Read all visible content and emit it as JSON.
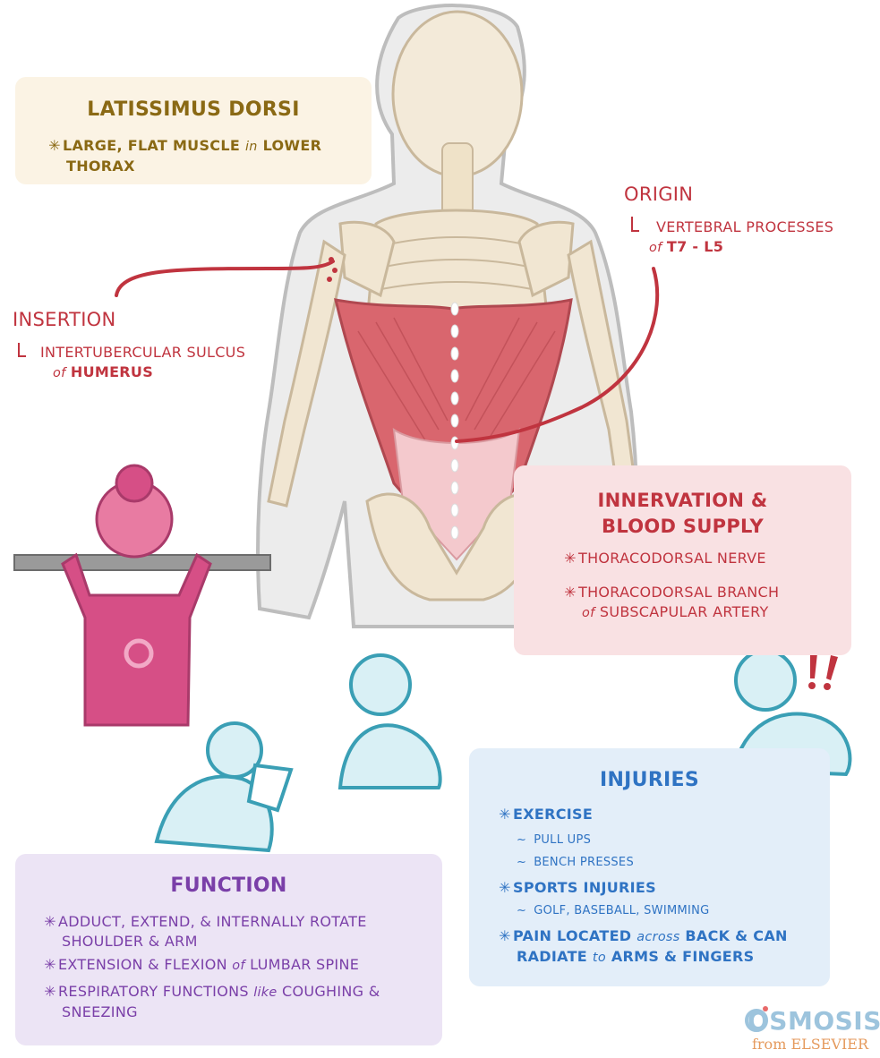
{
  "latissimus": {
    "title": "LATISSIMUS DORSI",
    "bullet_line1": "LARGE, FLAT MUSCLE",
    "bullet_in": "in",
    "bullet_line1b": "LOWER",
    "bullet_line2": "THORAX"
  },
  "origin": {
    "title": "ORIGIN",
    "line1": "VERTEBRAL PROCESSES",
    "of": "of",
    "line2": "T7 - L5"
  },
  "insertion": {
    "title": "INSERTION",
    "line1": "INTERTUBERCULAR SULCUS",
    "of": "of",
    "line2": "HUMERUS"
  },
  "innervation": {
    "title_line1": "INNERVATION &",
    "title_line2": "BLOOD SUPPLY",
    "item1": "THORACODORSAL NERVE",
    "item2_line1": "THORACODORSAL BRANCH",
    "item2_of": "of",
    "item2_line2": "SUBSCAPULAR ARTERY"
  },
  "injuries": {
    "title": "INJURIES",
    "exercise": "EXERCISE",
    "pull_ups": "PULL UPS",
    "bench": "BENCH PRESSES",
    "sports": "SPORTS INJURIES",
    "sports_list": "GOLF, BASEBALL, SWIMMING",
    "pain_a": "PAIN LOCATED",
    "pain_across": "across",
    "pain_b": "BACK & CAN",
    "pain_c": "RADIATE",
    "pain_to": "to",
    "pain_d": "ARMS & FINGERS"
  },
  "function": {
    "title": "FUNCTION",
    "item1_line1": "ADDUCT, EXTEND, & INTERNALLY ROTATE",
    "item1_line2": "SHOULDER & ARM",
    "item2a": "EXTENSION & FLEXION",
    "item2_of": "of",
    "item2b": "LUMBAR SPINE",
    "item3a": "RESPIRATORY FUNCTIONS",
    "item3_like": "like",
    "item3b": "COUGHING &",
    "item3_line2": "SNEEZING"
  },
  "logo": {
    "brand": "OSMOSIS",
    "from": "from ELSEVIER"
  },
  "colors": {
    "olive": "#8a6914",
    "red": "#c0343f",
    "blue": "#2f73c3",
    "purple": "#7a3fa8",
    "muscle": "#d9666e",
    "bone": "#f1e6d2",
    "body": "#e6e6e6"
  }
}
